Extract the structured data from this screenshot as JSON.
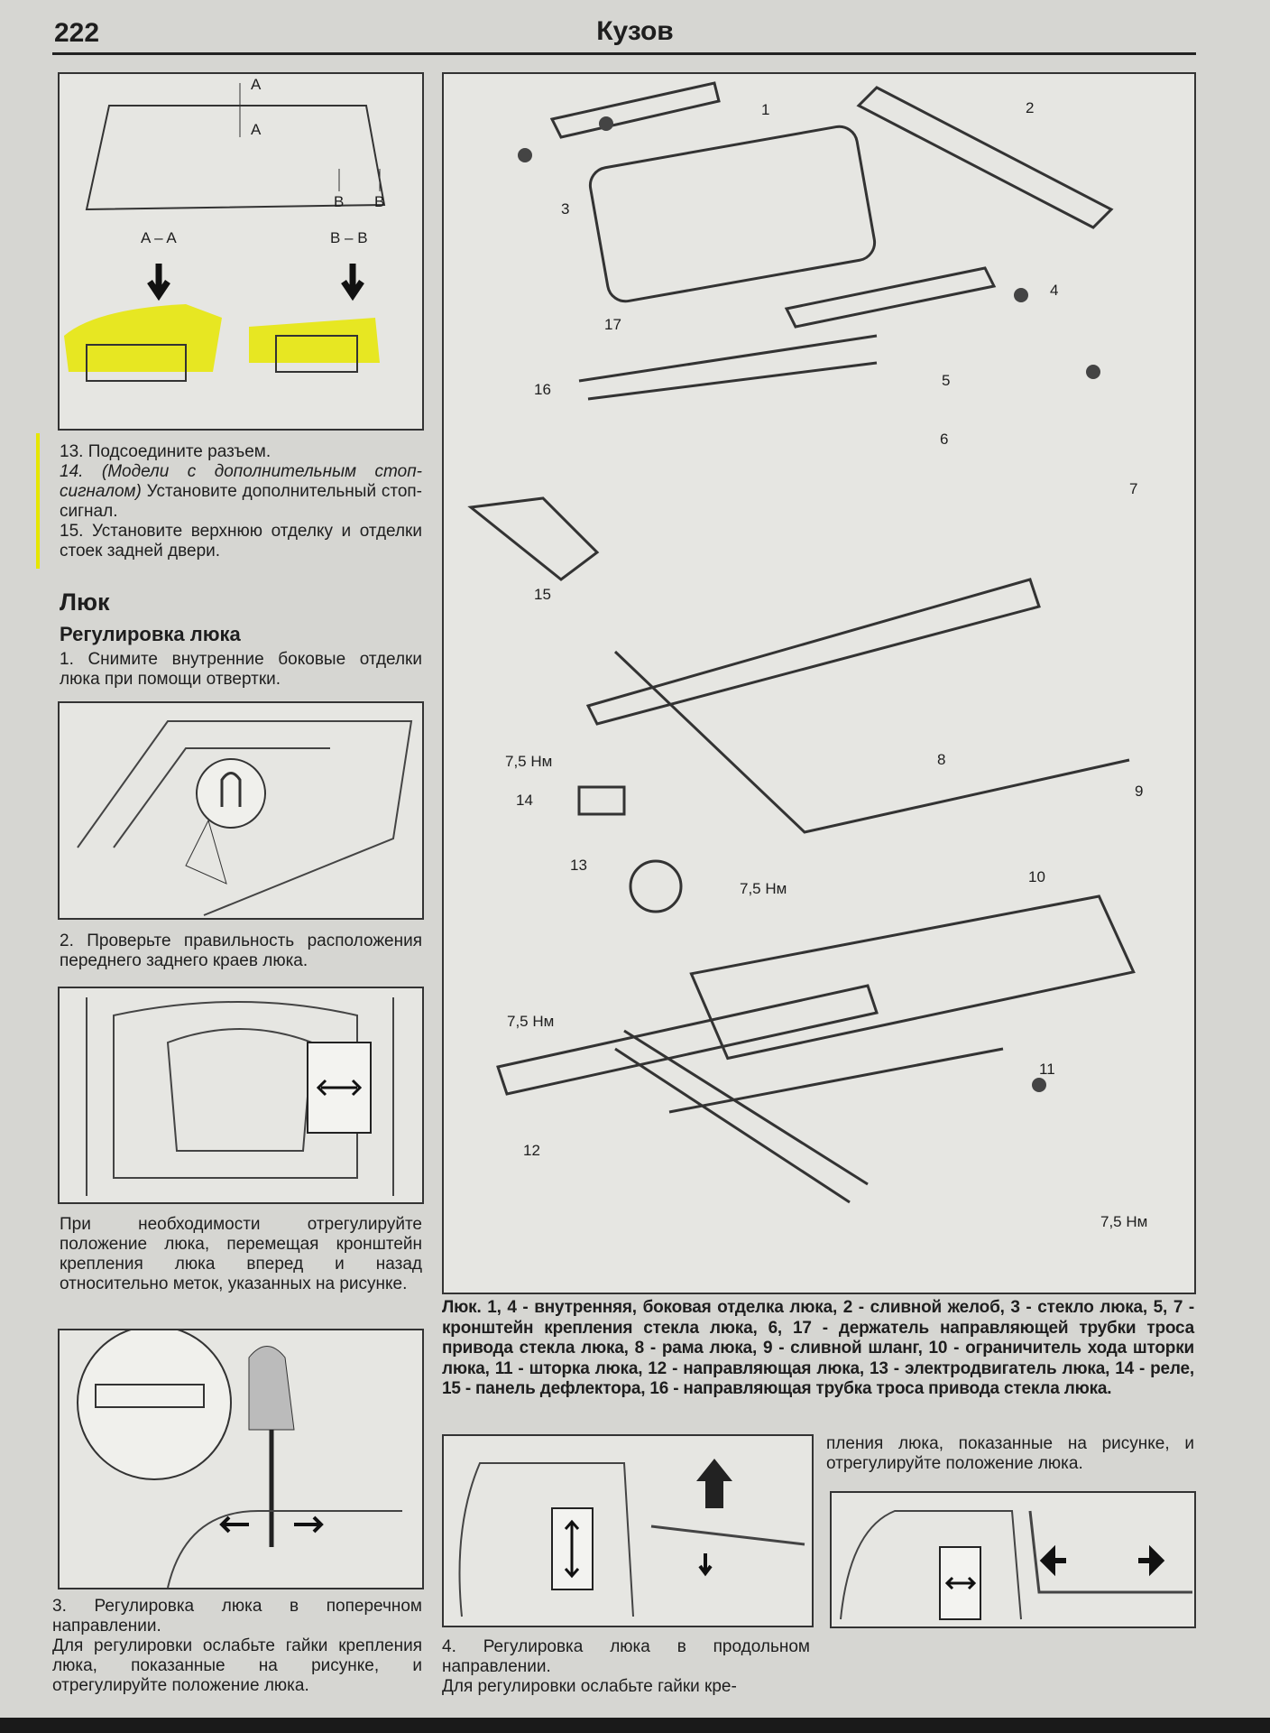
{
  "header": {
    "page_number": "222",
    "section_title": "Кузов"
  },
  "left": {
    "steps_top": {
      "s13": "13. Подсоедините разъем.",
      "s14_italic": "14. (Модели с дополнительным стоп-сигналом)",
      "s14_rest": " Установите дополнительный стоп-сигнал.",
      "s15": "15. Установите верхнюю отделку и отделки стоек задней двери."
    },
    "fig1_labels": {
      "a_top": "A",
      "a_bottom": "A",
      "b_left": "B",
      "b_right": "B",
      "section_aa": "A – A",
      "section_bb": "B – B"
    },
    "heading": "Люк",
    "subheading": "Регулировка люка",
    "step1": "1. Снимите внутренние боковые отделки люка при помощи отвертки.",
    "step2": "2. Проверьте правильность расположения переднего заднего краев люка.",
    "adjust_note": "При необходимости отрегулируйте положение люка, перемещая кронштейн крепления люка вперед и назад относительно меток, указанных на рисунке.",
    "step3": "3. Регулировка люка в поперечном направлении.",
    "step3_detail": "Для регулировки ослабьте гайки крепления люка, показанные на рисунке, и отрегулируйте положение люка."
  },
  "diagram": {
    "callouts": [
      "1",
      "2",
      "3",
      "4",
      "5",
      "6",
      "7",
      "8",
      "9",
      "10",
      "11",
      "12",
      "13",
      "14",
      "15",
      "16",
      "17"
    ],
    "torque": "7,5 Нм",
    "caption": "Люк. 1, 4 - внутренняя, боковая отделка люка, 2 - сливной желоб, 3 - стекло люка, 5, 7 - кронштейн крепления стекла люка, 6, 17 - держатель направляющей трубки троса привода стекла люка, 8 - рама люка, 9 - сливной шланг, 10 - ограничитель хода шторки люка, 11 - шторка люка, 12 - направляющая люка, 13 - электродвигатель люка, 14 - реле, 15 - панель дефлектора, 16 - направляющая трубка троса привода стекла люка."
  },
  "bottom": {
    "step4": "4. Регулировка люка в продольном направлении.",
    "step4_detail": "Для регулировки ослабьте гайки кре-",
    "continued": "пления люка, показанные на рисунке, и отрегулируйте положение люка."
  },
  "colors": {
    "highlight": "#e6e600",
    "paper": "#d6d6d2"
  }
}
